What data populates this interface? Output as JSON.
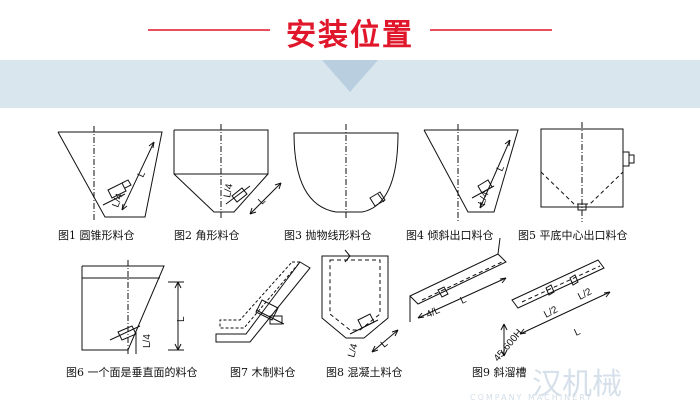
{
  "header": {
    "title": "安装位置",
    "title_color": "#e0162b",
    "line_color": "#e0162b",
    "band_color": "#d9e6ee",
    "arrow_color": "#b9cfe0"
  },
  "figures": [
    {
      "caption": "图1  圆锥形料仓",
      "labels": [
        "L/4",
        "L"
      ]
    },
    {
      "caption": "图2  角形料仓",
      "labels": [
        "L/4",
        "L"
      ]
    },
    {
      "caption": "图3  抛物线形料仓",
      "labels": []
    },
    {
      "caption": "图4  倾斜出口料仓",
      "labels": [
        "L/4",
        "L"
      ]
    },
    {
      "caption": "图5  平底中心出口料仓",
      "labels": []
    },
    {
      "caption": "图6  一个面是垂直面的料仓",
      "labels": [
        "L/4",
        "L"
      ]
    },
    {
      "caption": "图7  木制料仓",
      "labels": []
    },
    {
      "caption": "图8  混凝土料仓",
      "labels": [
        "L/4",
        "L"
      ]
    },
    {
      "caption": "图9  斜溜槽",
      "labels": [
        "4/L",
        "L",
        "L/2",
        "L/2",
        "L",
        "45-600H"
      ]
    }
  ],
  "watermark": {
    "text": "汉机械",
    "subtext": "COMPANY MACHINERY"
  }
}
